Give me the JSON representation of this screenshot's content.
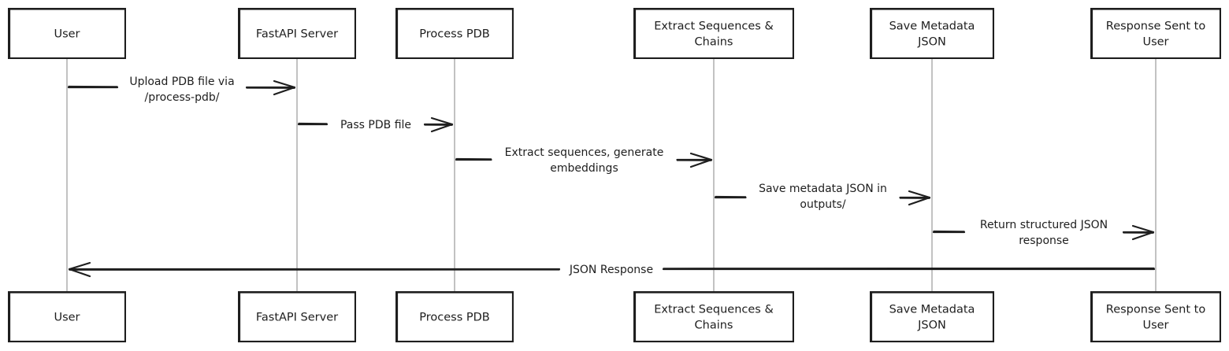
{
  "actors": [
    {
      "id": "user",
      "lines": [
        "User"
      ]
    },
    {
      "id": "fastapi",
      "lines": [
        "FastAPI Server"
      ]
    },
    {
      "id": "process",
      "lines": [
        "Process PDB"
      ]
    },
    {
      "id": "extract",
      "lines": [
        "Extract Sequences &",
        "Chains"
      ]
    },
    {
      "id": "save",
      "lines": [
        "Save Metadata",
        "JSON"
      ]
    },
    {
      "id": "response",
      "lines": [
        "Response Sent to",
        "User"
      ]
    }
  ],
  "messages": [
    {
      "from": "user",
      "to": "fastapi",
      "lines": [
        "Upload PDB file via",
        "/process-pdb/"
      ]
    },
    {
      "from": "fastapi",
      "to": "process",
      "lines": [
        "Pass PDB file"
      ]
    },
    {
      "from": "process",
      "to": "extract",
      "lines": [
        "Extract sequences, generate",
        "embeddings"
      ]
    },
    {
      "from": "extract",
      "to": "save",
      "lines": [
        "Save metadata JSON in",
        "outputs/"
      ]
    },
    {
      "from": "save",
      "to": "response",
      "lines": [
        "Return structured JSON",
        "response"
      ]
    },
    {
      "from": "response",
      "to": "user",
      "lines": [
        "JSON Response"
      ]
    }
  ]
}
